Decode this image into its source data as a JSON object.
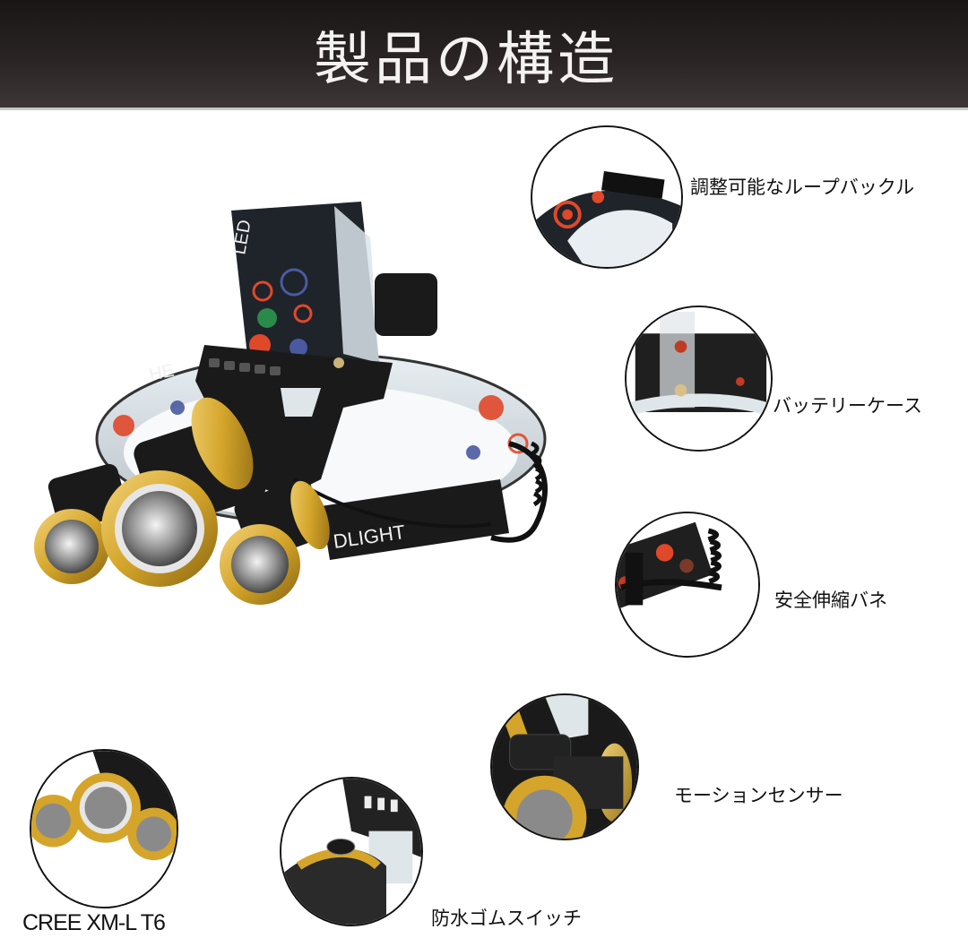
{
  "banner": {
    "title": "製品の構造",
    "background": "#2a2424",
    "text_color": "#f4f2f0"
  },
  "main_product": {
    "description": "3-head LED headlamp with gold/black lamp heads and patterned headband",
    "strap_text_top": "LED",
    "strap_text_band": "DLIGHT",
    "strap_text_side": "HE",
    "colors": {
      "gold": "#d4a52a",
      "black": "#1a1a1a",
      "red_dot": "#e0482a",
      "blue_dot": "#4a5aa0",
      "green_dot": "#2a8a4a"
    }
  },
  "callouts": [
    {
      "id": "buckle",
      "label": "調整可能なループバックル"
    },
    {
      "id": "battery",
      "label": "バッテリーケース"
    },
    {
      "id": "spring",
      "label": "安全伸縮バネ"
    },
    {
      "id": "sensor",
      "label": "モーションセンサー"
    },
    {
      "id": "led",
      "label": "CREE XM-L T6"
    },
    {
      "id": "switch",
      "label": "防水ゴムスイッチ"
    }
  ]
}
